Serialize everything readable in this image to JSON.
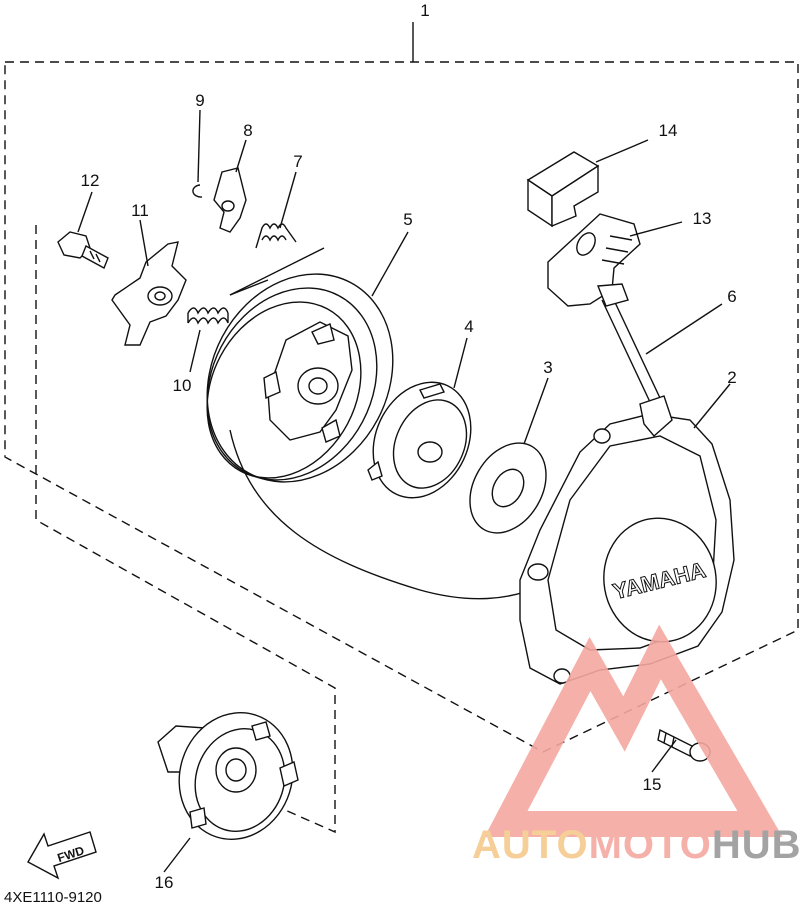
{
  "diagram": {
    "callouts": [
      {
        "id": "1",
        "label": "1"
      },
      {
        "id": "2",
        "label": "2"
      },
      {
        "id": "3",
        "label": "3"
      },
      {
        "id": "4",
        "label": "4"
      },
      {
        "id": "5",
        "label": "5"
      },
      {
        "id": "6",
        "label": "6"
      },
      {
        "id": "7",
        "label": "7"
      },
      {
        "id": "8",
        "label": "8"
      },
      {
        "id": "9",
        "label": "9"
      },
      {
        "id": "10",
        "label": "10"
      },
      {
        "id": "11",
        "label": "11"
      },
      {
        "id": "12",
        "label": "12"
      },
      {
        "id": "13",
        "label": "13"
      },
      {
        "id": "14",
        "label": "14"
      },
      {
        "id": "15",
        "label": "15"
      },
      {
        "id": "16",
        "label": "16"
      }
    ],
    "cover_brand": "YAMAHA",
    "direction_label": "FWD",
    "drawing_code": "4XE1110-9120"
  },
  "watermark": {
    "part1": "AUTO",
    "part2": "MOTO",
    "part3": "HUB",
    "color_primary": "#f4a9a0",
    "color_secondary": "#f6c98c",
    "color_dark": "#9a9a9a"
  }
}
